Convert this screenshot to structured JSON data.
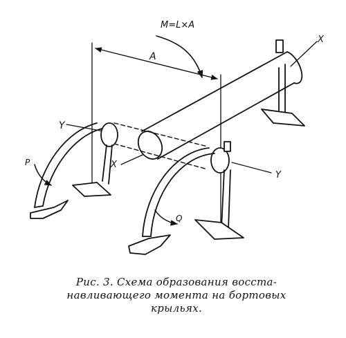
{
  "labels": {
    "moment": "M=L×A",
    "distance": "A",
    "axis_x_right": "X",
    "axis_x_left": "X",
    "axis_y_left": "Y",
    "axis_y_right": "Y",
    "force_p": "P",
    "force_q": "Q"
  },
  "caption": {
    "line1": "Рис. 3. Схема образования восста-",
    "line2": "навливающего момента на бортовых",
    "line3": "крыльях."
  }
}
